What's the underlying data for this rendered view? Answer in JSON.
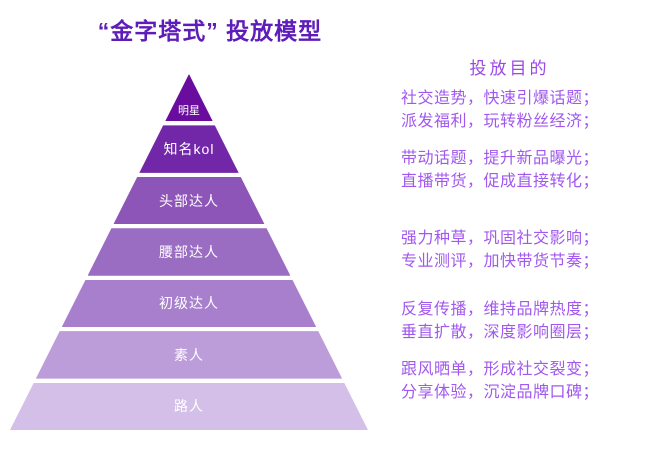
{
  "title": "“金字塔式” 投放模型",
  "colors": {
    "background": "#ffffff",
    "title_text": "#5e1db8",
    "right_header_text": "#9c46e6",
    "right_body_text": "#a158ef",
    "tier_label_text": "#ffffff"
  },
  "pyramid": {
    "tiers": [
      {
        "label": "明星",
        "color": "#6a0d9e"
      },
      {
        "label": "知名kol",
        "color": "#7227a8"
      },
      {
        "label": "头部达人",
        "color": "#8d55b8"
      },
      {
        "label": "腰部达人",
        "color": "#9a6cc2"
      },
      {
        "label": "初级达人",
        "color": "#a87fcd"
      },
      {
        "label": "素人",
        "color": "#bc9cd9"
      },
      {
        "label": "路人",
        "color": "#d4bfe8"
      }
    ]
  },
  "right_panel": {
    "header": "投放目的",
    "paragraphs": [
      {
        "lines": [
          "社交造势，快速引爆话题；",
          "派发福利，玩转粉丝经济；"
        ]
      },
      {
        "lines": [
          "带动话题，提升新品曝光；",
          "直播带货，促成直接转化；"
        ]
      },
      {
        "lines": [
          "强力种草，巩固社交影响；",
          "专业测评，加快带货节奏；"
        ]
      },
      {
        "lines": [
          "反复传播，维持品牌热度；",
          "垂直扩散，深度影响圈层；"
        ]
      },
      {
        "lines": [
          "跟风晒单，形成社交裂变；",
          "分享体验，沉淀品牌口碑；"
        ]
      }
    ]
  }
}
